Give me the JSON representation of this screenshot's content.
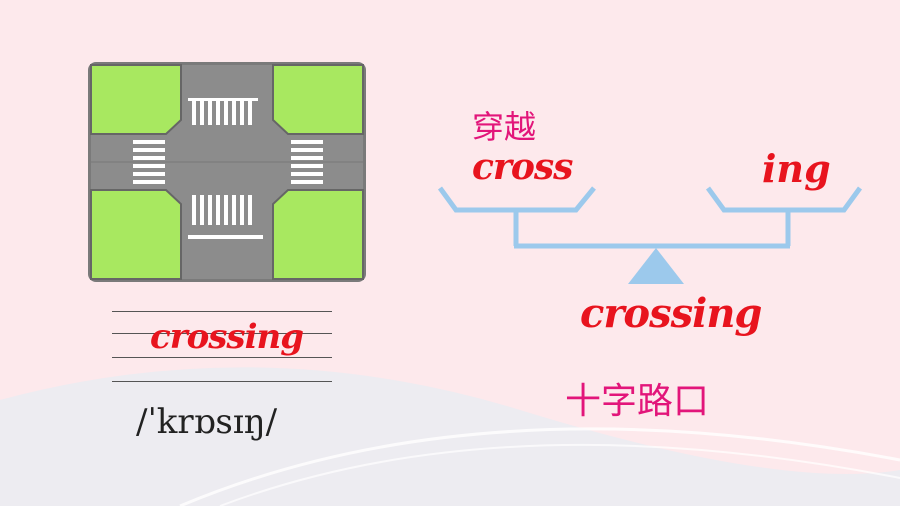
{
  "word": "crossing",
  "phonetic": "/ˈkrɒsɪŋ/",
  "left_part": {
    "chinese": "穿越",
    "english": "cross"
  },
  "right_part": {
    "english": "ing"
  },
  "result": {
    "english": "crossing",
    "chinese": "十字路口"
  },
  "illustration": "crossroads-with-crosswalks",
  "colors": {
    "background": "#fde9ec",
    "red": "#e8141e",
    "pink": "#e2157a",
    "balance": "#9cc9ec",
    "grass": "#a8e860",
    "road": "#8c8c8c"
  }
}
